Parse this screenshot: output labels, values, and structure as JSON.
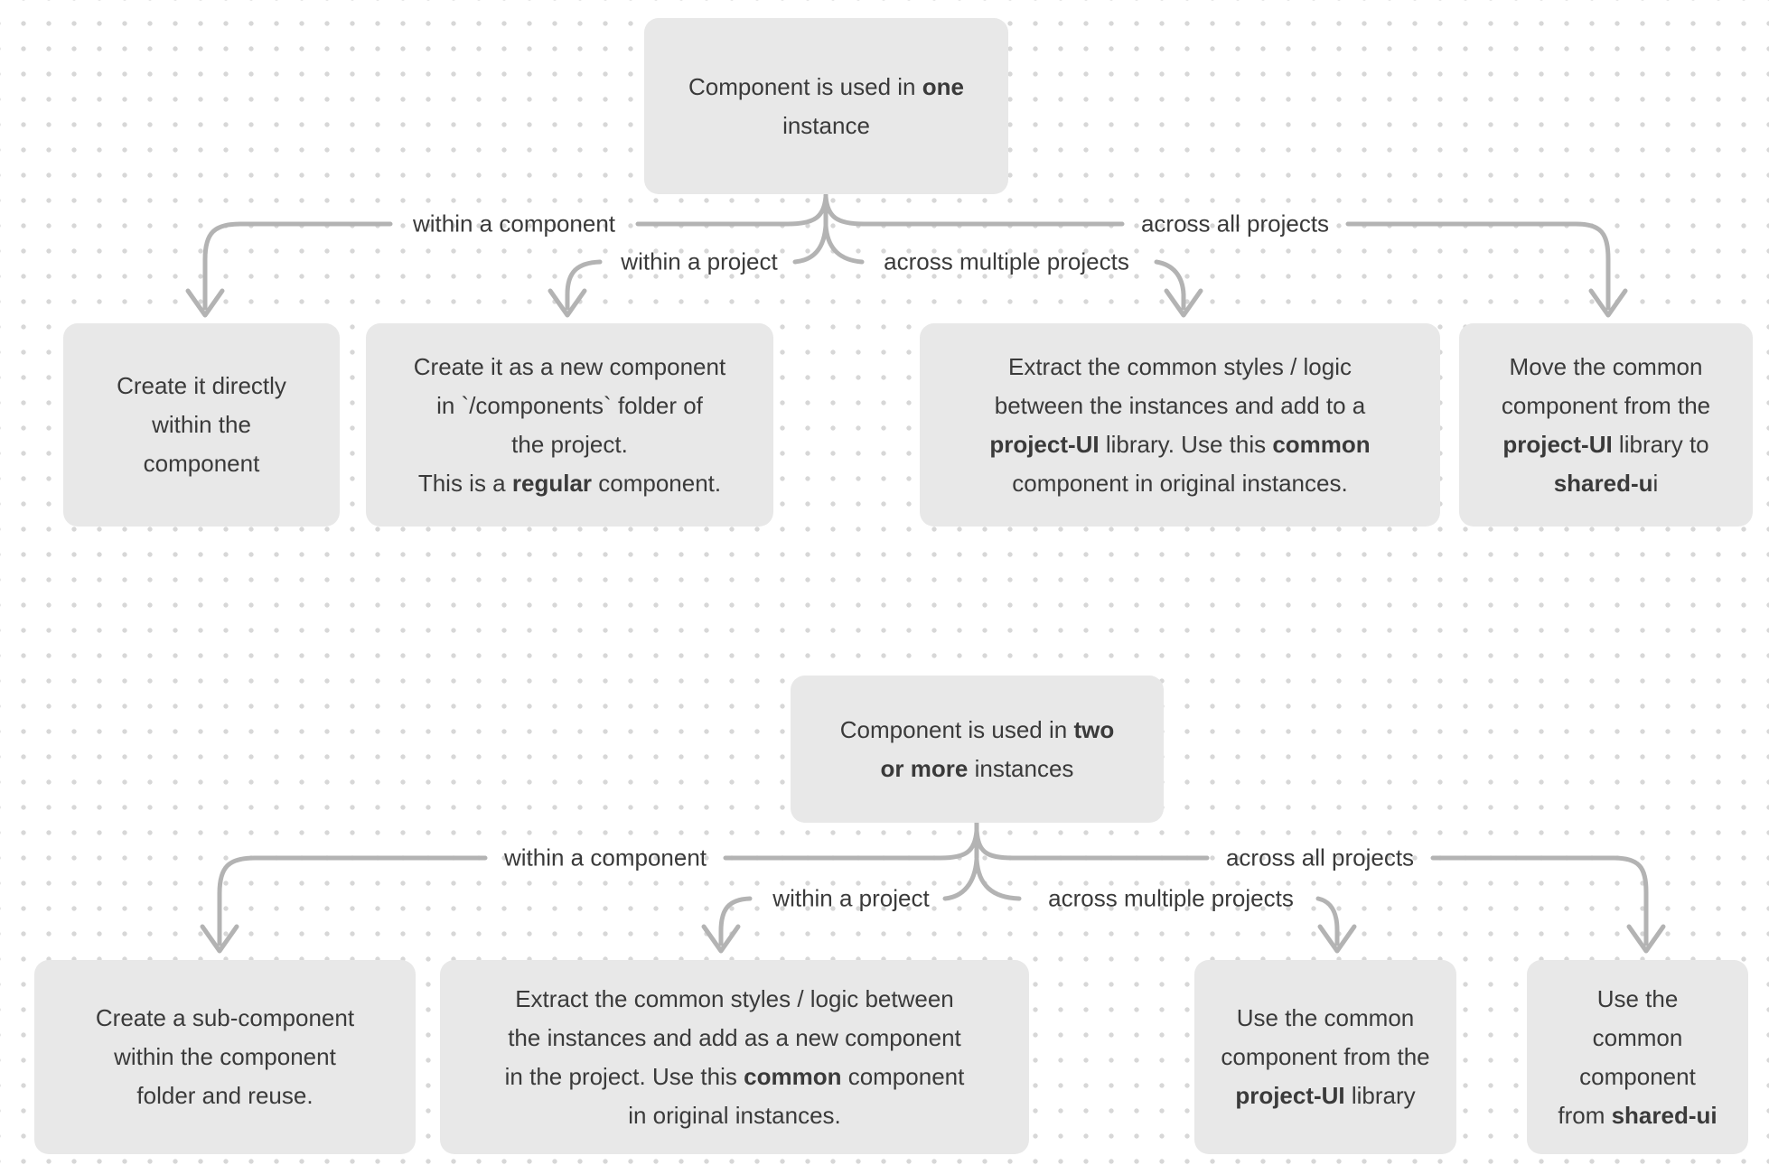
{
  "colors": {
    "background": "#ffffff",
    "box_fill": "#e8e8e8",
    "text": "#3a3a3a",
    "line": "#b3b3b3",
    "dot": "#d7d7d7"
  },
  "branch_labels": {
    "within_component": "within a component",
    "within_project": "within a project",
    "across_multiple_projects": "across multiple projects",
    "across_all_projects": "across all projects"
  },
  "top_flow": {
    "root": {
      "segments": [
        {
          "text": "Component is used in "
        },
        {
          "text": "one",
          "bold": true
        },
        {
          "br": true
        },
        {
          "text": "instance"
        }
      ]
    },
    "outcomes": {
      "within_component": {
        "segments": [
          {
            "text": "Create it directly"
          },
          {
            "br": true
          },
          {
            "text": "within the"
          },
          {
            "br": true
          },
          {
            "text": "component"
          }
        ]
      },
      "within_project": {
        "segments": [
          {
            "text": "Create it as a new component"
          },
          {
            "br": true
          },
          {
            "text": "in `/components` folder of"
          },
          {
            "br": true
          },
          {
            "text": "the project."
          },
          {
            "br": true
          },
          {
            "text": "This is a "
          },
          {
            "text": "regular",
            "bold": true
          },
          {
            "text": " component."
          }
        ]
      },
      "across_multiple_projects": {
        "segments": [
          {
            "text": "Extract the common styles / logic"
          },
          {
            "br": true
          },
          {
            "text": "between the instances and add to a"
          },
          {
            "br": true
          },
          {
            "text": "project-UI",
            "bold": true
          },
          {
            "text": " library. Use this "
          },
          {
            "text": "common",
            "bold": true
          },
          {
            "br": true
          },
          {
            "text": "component in original instances."
          }
        ]
      },
      "across_all_projects": {
        "segments": [
          {
            "text": "Move the common"
          },
          {
            "br": true
          },
          {
            "text": "component from the"
          },
          {
            "br": true
          },
          {
            "text": "project-UI",
            "bold": true
          },
          {
            "text": " library to"
          },
          {
            "br": true
          },
          {
            "text": "shared-u",
            "bold": true
          },
          {
            "text": "i"
          }
        ]
      }
    }
  },
  "bottom_flow": {
    "root": {
      "segments": [
        {
          "text": "Component is used in "
        },
        {
          "text": "two",
          "bold": true
        },
        {
          "br": true
        },
        {
          "text": "or more",
          "bold": true
        },
        {
          "text": " instances"
        }
      ]
    },
    "outcomes": {
      "within_component": {
        "segments": [
          {
            "text": "Create a sub-component"
          },
          {
            "br": true
          },
          {
            "text": "within the component"
          },
          {
            "br": true
          },
          {
            "text": "folder and reuse."
          }
        ]
      },
      "within_project": {
        "segments": [
          {
            "text": "Extract the common styles / logic between"
          },
          {
            "br": true
          },
          {
            "text": "the instances and add as a new component"
          },
          {
            "br": true
          },
          {
            "text": "in the project. Use this "
          },
          {
            "text": "common",
            "bold": true
          },
          {
            "text": " component"
          },
          {
            "br": true
          },
          {
            "text": "in original instances."
          }
        ]
      },
      "across_multiple_projects": {
        "segments": [
          {
            "text": "Use the common"
          },
          {
            "br": true
          },
          {
            "text": "component from the"
          },
          {
            "br": true
          },
          {
            "text": "project-UI",
            "bold": true
          },
          {
            "text": " library"
          }
        ]
      },
      "across_all_projects": {
        "segments": [
          {
            "text": "Use the"
          },
          {
            "br": true
          },
          {
            "text": "common"
          },
          {
            "br": true
          },
          {
            "text": "component"
          },
          {
            "br": true
          },
          {
            "text": "from "
          },
          {
            "text": "shared-ui",
            "bold": true
          }
        ]
      }
    }
  }
}
